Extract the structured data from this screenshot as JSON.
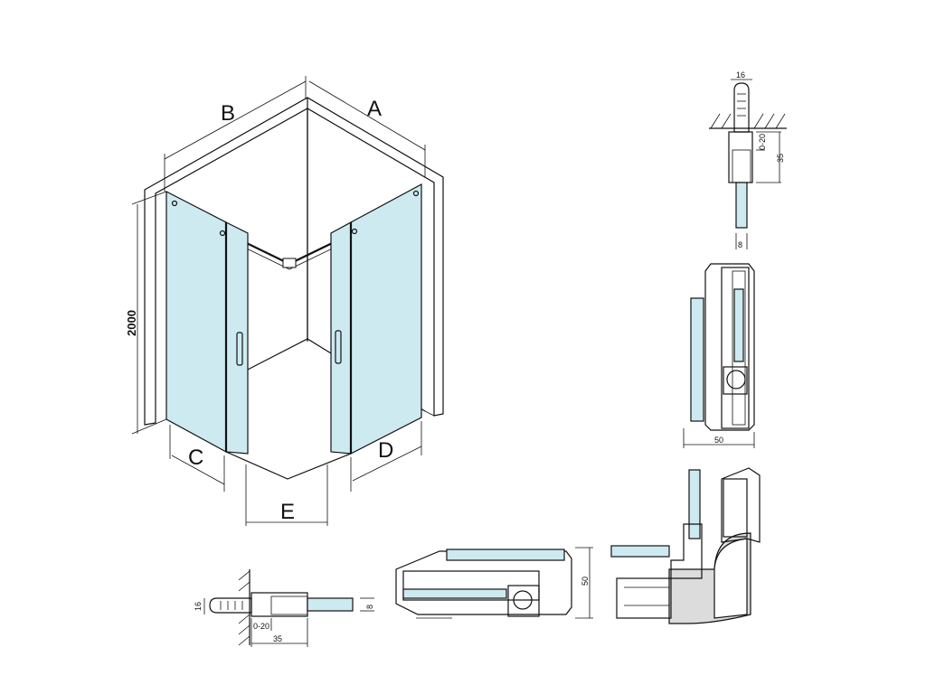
{
  "labels": {
    "A": "A",
    "B": "B",
    "C": "C",
    "D": "D",
    "E": "E",
    "height": "2000"
  },
  "dims": {
    "top_width": "16",
    "top_adjust": "0-20",
    "top_depth": "35",
    "top_glass": "8",
    "mid_width": "50",
    "bottom_height": "16",
    "bottom_adjust": "0-20",
    "bottom_depth": "35",
    "bottom_glass": "8",
    "roller_height": "50"
  },
  "colors": {
    "glass": "#cdeaf0",
    "line": "#111111",
    "grey": "#dcdcdc"
  }
}
